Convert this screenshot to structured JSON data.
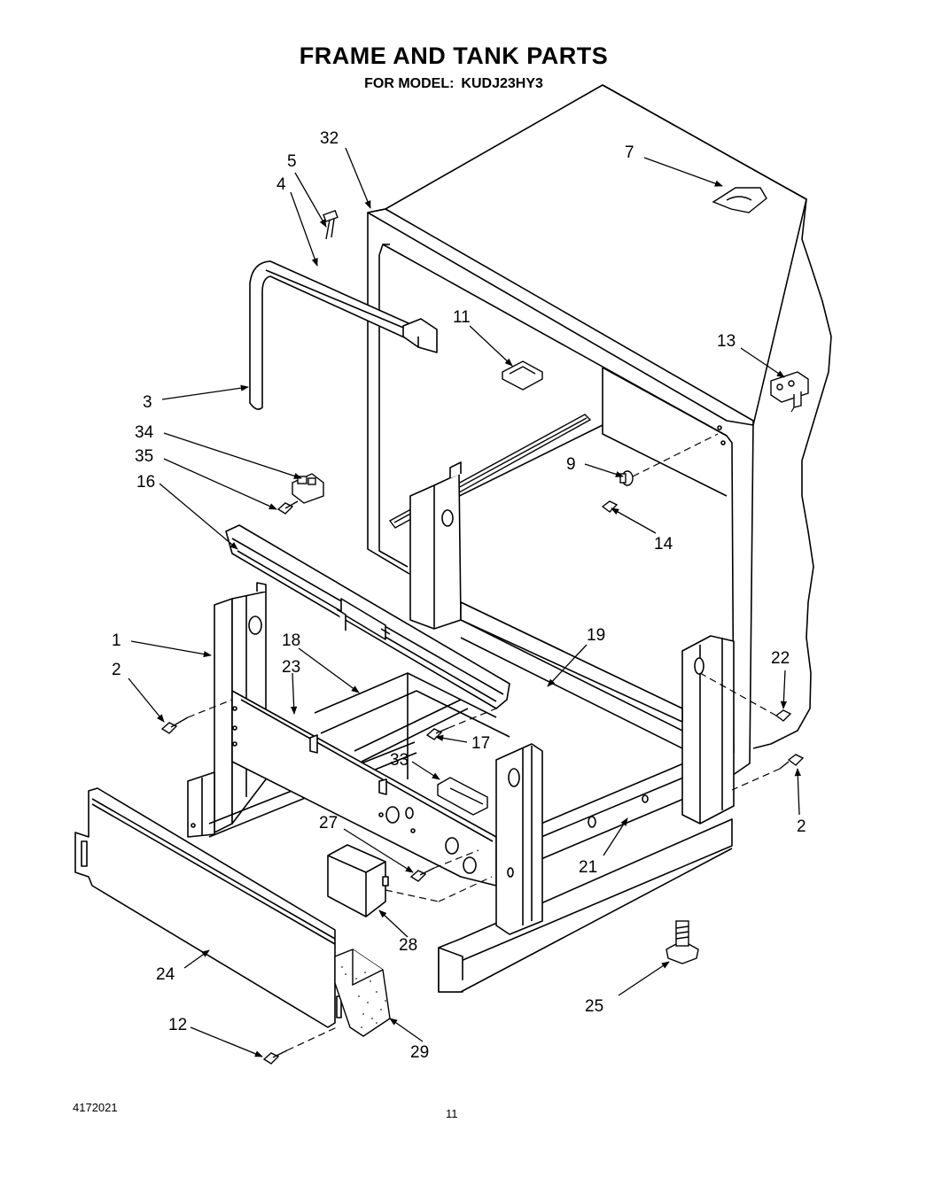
{
  "header": {
    "title": "FRAME AND TANK PARTS",
    "model_label": "FOR MODEL:",
    "model_number": "KUDJ23HY3"
  },
  "callouts": {
    "c1": "1",
    "c2a": "2",
    "c2b": "2",
    "c3": "3",
    "c4": "4",
    "c5": "5",
    "c7": "7",
    "c9": "9",
    "c11": "11",
    "c12": "12",
    "c13": "13",
    "c14": "14",
    "c16": "16",
    "c17": "17",
    "c18": "18",
    "c19": "19",
    "c21": "21",
    "c22": "22",
    "c23": "23",
    "c24": "24",
    "c25": "25",
    "c27": "27",
    "c28": "28",
    "c29": "29",
    "c32": "32",
    "c33": "33",
    "c34": "34",
    "c35": "35"
  },
  "footer": {
    "doc_number": "4172021",
    "page_number": "11"
  }
}
